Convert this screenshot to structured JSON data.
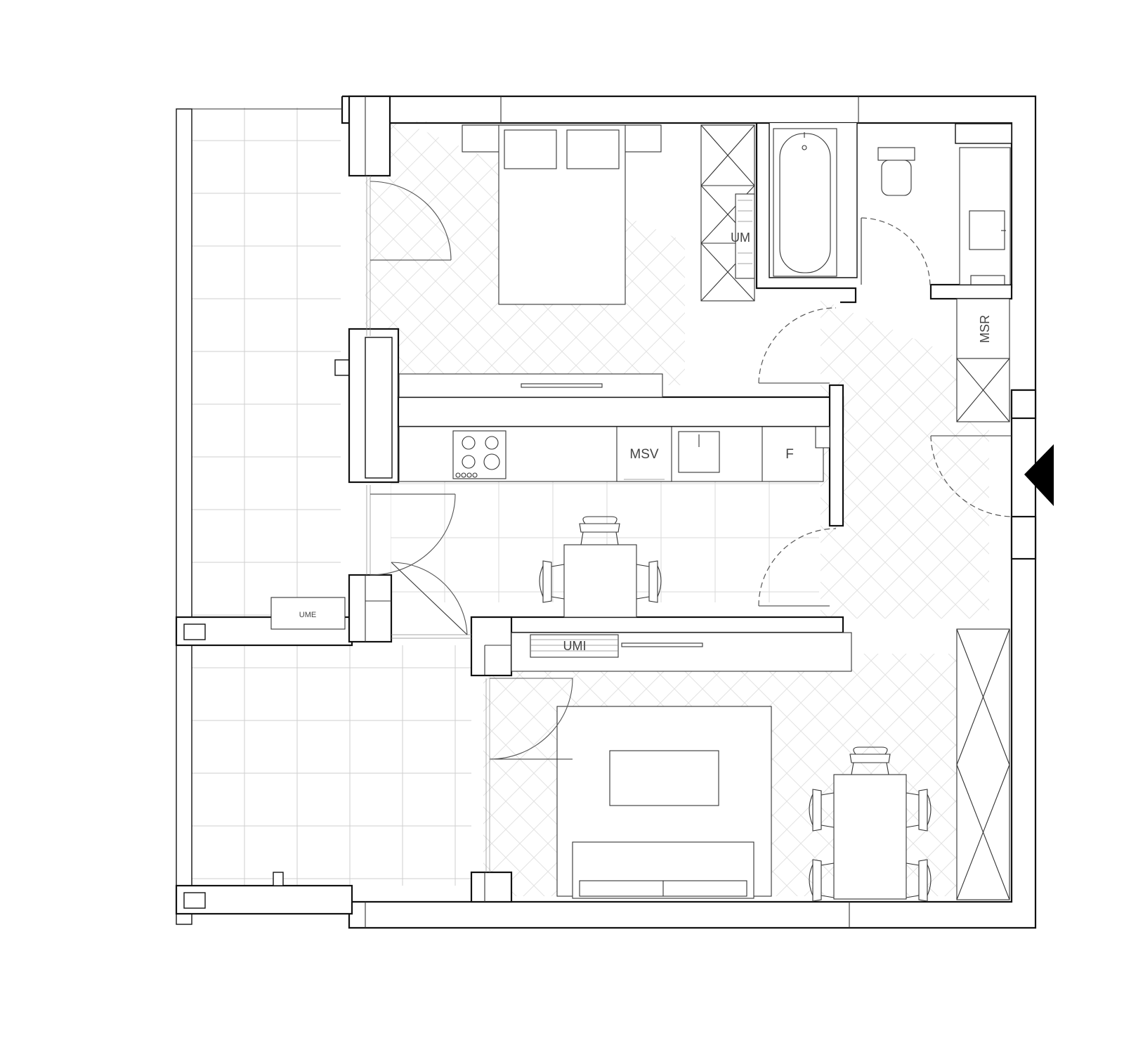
{
  "labels": {
    "um_bedroom": "UM",
    "msr": "MSR",
    "msv": "MSV",
    "fridge": "F",
    "ume": "UME",
    "umi": "UMI"
  },
  "colors": {
    "wall_stroke": "#111111",
    "line": "#333333",
    "floor_tile": "#cccccc",
    "herringbone": "#d9d9d9",
    "entrance_marker": "#000000"
  },
  "icons": {
    "entrance": "entrance-triangle-icon"
  }
}
